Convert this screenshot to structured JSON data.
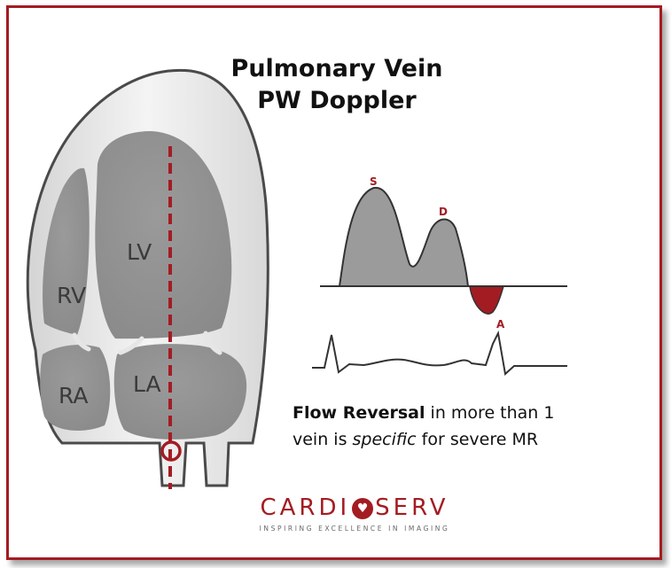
{
  "title": {
    "line1": "Pulmonary Vein",
    "line2": "PW Doppler"
  },
  "heart": {
    "chambers": {
      "lv": "LV",
      "rv": "RV",
      "ra": "RA",
      "la": "LA"
    }
  },
  "doppler": {
    "peak_s": "S",
    "peak_d": "D",
    "peak_a": "A"
  },
  "caption": {
    "bold_term": "Flow Reversal",
    "rest_line1": " in more than 1",
    "line2_prefix": "vein is ",
    "italic_term": "specific",
    "line2_suffix": " for severe MR"
  },
  "logo": {
    "left": "CARDI",
    "mark": "♥",
    "right": "SERV",
    "tagline": "INSPIRING EXCELLENCE IN IMAGING"
  },
  "colors": {
    "accent": "#a31c22",
    "wall": "#e6e6e6",
    "chamber": "#979797",
    "outline": "#4a4a4a"
  }
}
